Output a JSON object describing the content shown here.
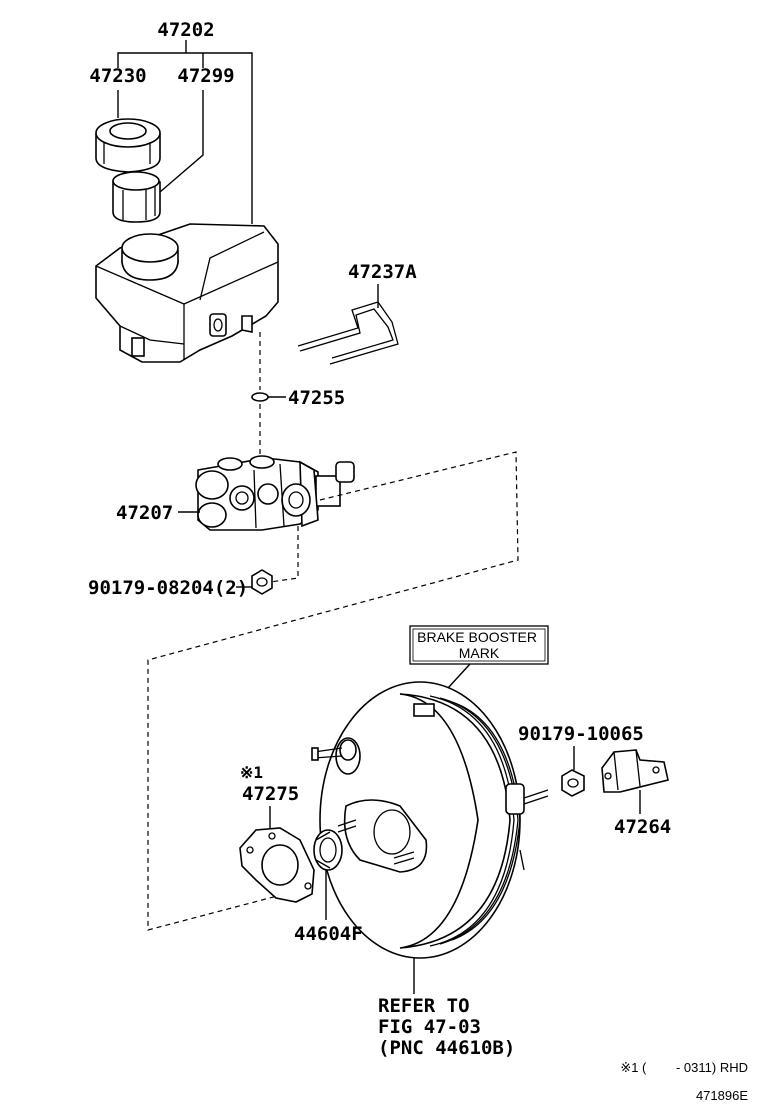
{
  "labels": {
    "reservoir_assy": "47202",
    "reservoir_cap": "47230",
    "strainer": "47299",
    "reservoir_pin": "47237A",
    "grommet": "47255",
    "master_cylinder": "47207",
    "nut_cylinder": "90179-08204(2)",
    "brake_booster_mark": "BRAKE BOOSTER MARK",
    "nut_bracket": "90179-10065",
    "gasket_note": "※1",
    "gasket": "47275",
    "bracket": "47264",
    "seal": "44604F",
    "refer_line1": "REFER TO",
    "refer_line2": "FIG 47-03",
    "refer_line3": "(PNC 44610B)",
    "footnote": "※1 (　　 - 0311) RHD",
    "figure_id": "471896E"
  },
  "icons": [
    "reservoir-cap-icon",
    "strainer-icon",
    "reservoir-tank-icon",
    "pin-icon",
    "grommet-icon",
    "master-cylinder-icon",
    "nut-icon",
    "brake-booster-icon",
    "gasket-icon",
    "seal-icon",
    "bracket-icon"
  ]
}
